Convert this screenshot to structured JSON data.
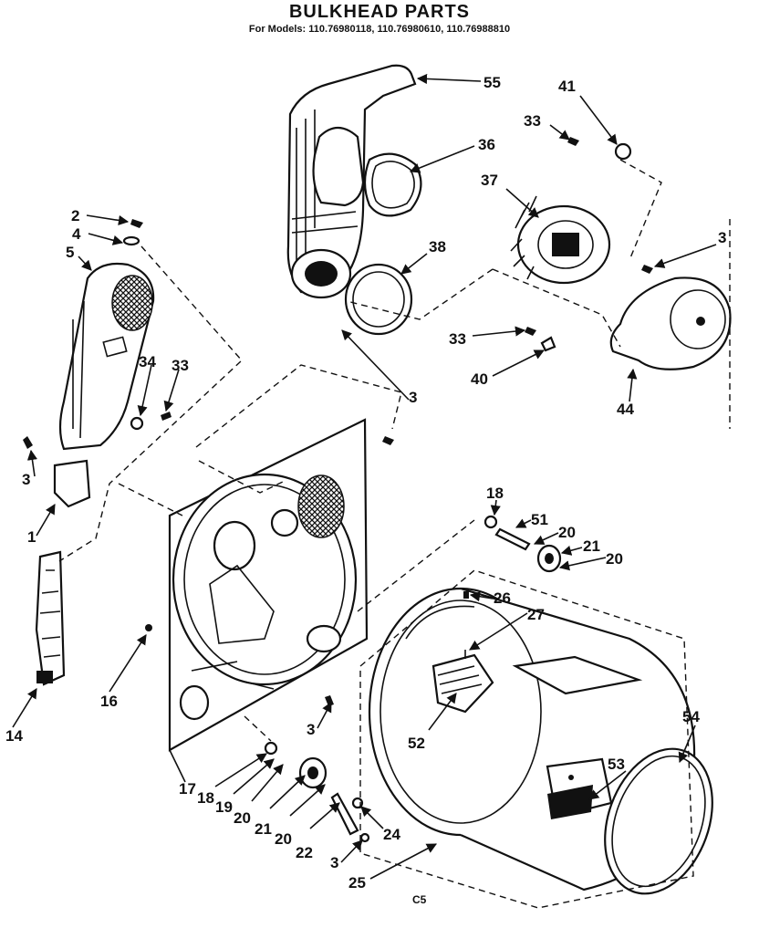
{
  "title": "BULKHEAD PARTS",
  "subtitle": "For Models: 110.76980118, 110.76980610, 110.76988810",
  "code": "C5",
  "callouts": [
    "55",
    "36",
    "41",
    "33",
    "37",
    "3",
    "38",
    "2",
    "4",
    "5",
    "34",
    "33",
    "33",
    "40",
    "44",
    "3",
    "3",
    "1",
    "18",
    "51",
    "20",
    "21",
    "20",
    "26",
    "27",
    "16",
    "14",
    "3",
    "52",
    "54",
    "53",
    "17",
    "18",
    "19",
    "20",
    "21",
    "20",
    "22",
    "24",
    "3",
    "25"
  ]
}
